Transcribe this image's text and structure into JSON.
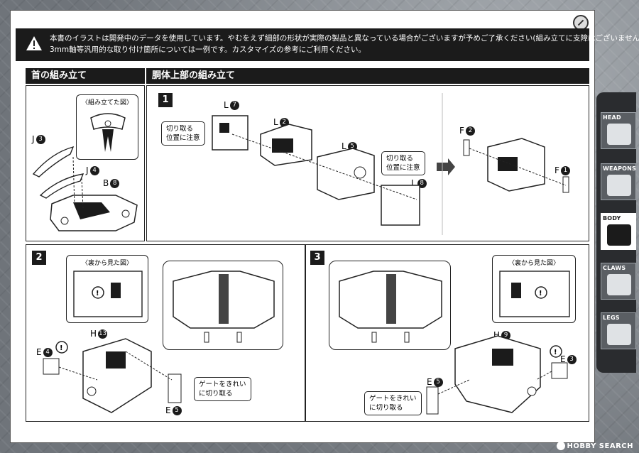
{
  "notice": {
    "line1": "本書のイラストは開発中のデータを使用しています。やむをえず細部の形状が実際の製品と異なっている場合がございますが予めご了承ください(組み立てに支障はございません)。",
    "line2": "3mm軸等汎用的な取り付け箇所については一例です。カスタマイズの参考にご利用ください。"
  },
  "sections": {
    "neck": {
      "title": "首の組み立て",
      "assembled_view": "〈組み立てた図〉",
      "parts": [
        {
          "letter": "J",
          "num": "3"
        },
        {
          "letter": "J",
          "num": "4"
        },
        {
          "letter": "B",
          "num": "8"
        }
      ]
    },
    "torso": {
      "title": "胴体上部の組み立て"
    }
  },
  "steps": {
    "step1": {
      "number": "1",
      "callout_cut1": [
        "切り取る",
        "位置に注意"
      ],
      "callout_cut2": [
        "切り取る",
        "位置に注意"
      ],
      "parts": [
        {
          "letter": "L",
          "num": "7"
        },
        {
          "letter": "L",
          "num": "2"
        },
        {
          "letter": "L",
          "num": "5"
        },
        {
          "letter": "L",
          "num": "8"
        },
        {
          "letter": "F",
          "num": "2"
        },
        {
          "letter": "F",
          "num": "1"
        }
      ]
    },
    "step2": {
      "number": "2",
      "back_view": "〈裏から見た図〉",
      "callout_gate": [
        "ゲートをきれい",
        "に切り取る"
      ],
      "parts": [
        {
          "letter": "H",
          "num": "13"
        },
        {
          "letter": "E",
          "num": "4"
        },
        {
          "letter": "E",
          "num": "5"
        }
      ]
    },
    "step3": {
      "number": "3",
      "back_view": "〈裏から見た図〉",
      "callout_gate": [
        "ゲートをきれい",
        "に切り取る"
      ],
      "parts": [
        {
          "letter": "H",
          "num": "9"
        },
        {
          "letter": "E",
          "num": "5"
        },
        {
          "letter": "E",
          "num": "3"
        }
      ]
    }
  },
  "side_tabs": [
    {
      "label": "HEAD",
      "icon": "head-icon",
      "active": false
    },
    {
      "label": "WEAPONS",
      "icon": "weapons-icon",
      "active": false
    },
    {
      "label": "BODY",
      "icon": "body-icon",
      "active": true
    },
    {
      "label": "CLAWS",
      "icon": "claws-icon",
      "active": false
    },
    {
      "label": "LEGS",
      "icon": "legs-icon",
      "active": false
    }
  ],
  "watermark": "HOBBY SEARCH",
  "colors": {
    "ink": "#1b1b1b",
    "frame": "#2a2c2f",
    "background": "#8a8f94"
  }
}
